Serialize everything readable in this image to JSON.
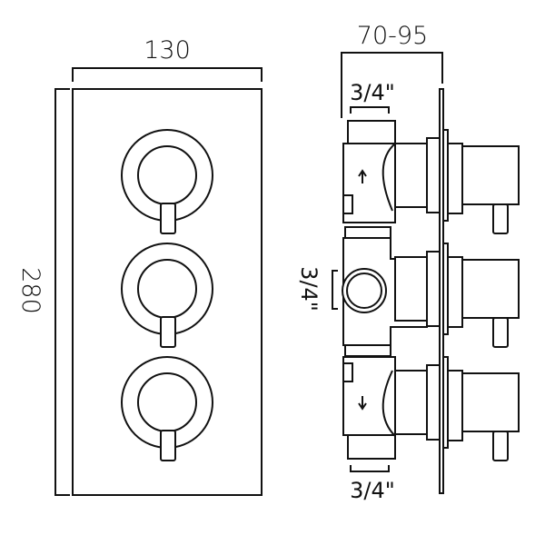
{
  "front_view": {
    "width_label": "130",
    "height_label": "280",
    "knob_count": 3
  },
  "side_view": {
    "depth_label": "70-95",
    "top_outlet_label": "3/4\"",
    "side_outlet_label": "3/4\"",
    "bottom_outlet_label": "3/4\""
  },
  "colors": {
    "line": "#111111",
    "background": "#ffffff"
  }
}
